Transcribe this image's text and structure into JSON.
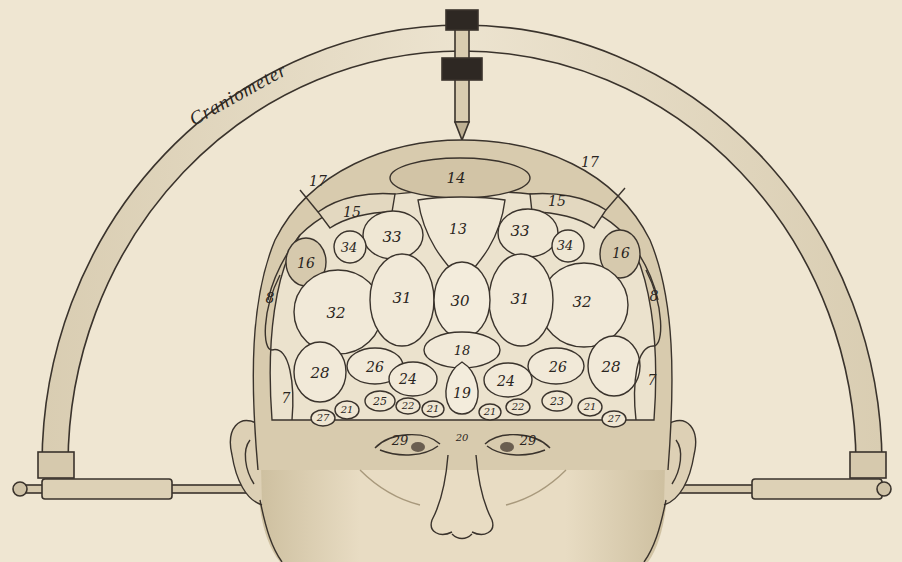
{
  "diagram": {
    "labels": [
      "Craniometer",
      "17",
      "14",
      "17",
      "15",
      "13",
      "15",
      "16",
      "34",
      "33",
      "33",
      "34",
      "16",
      "8",
      "32",
      "31",
      "30",
      "31",
      "32",
      "8",
      "18",
      "28",
      "26",
      "24",
      "19",
      "24",
      "26",
      "28",
      "7",
      "7",
      "27",
      "21",
      "25",
      "22",
      "21",
      "21",
      "22",
      "23",
      "21",
      "27",
      "29",
      "20",
      "29"
    ]
  }
}
